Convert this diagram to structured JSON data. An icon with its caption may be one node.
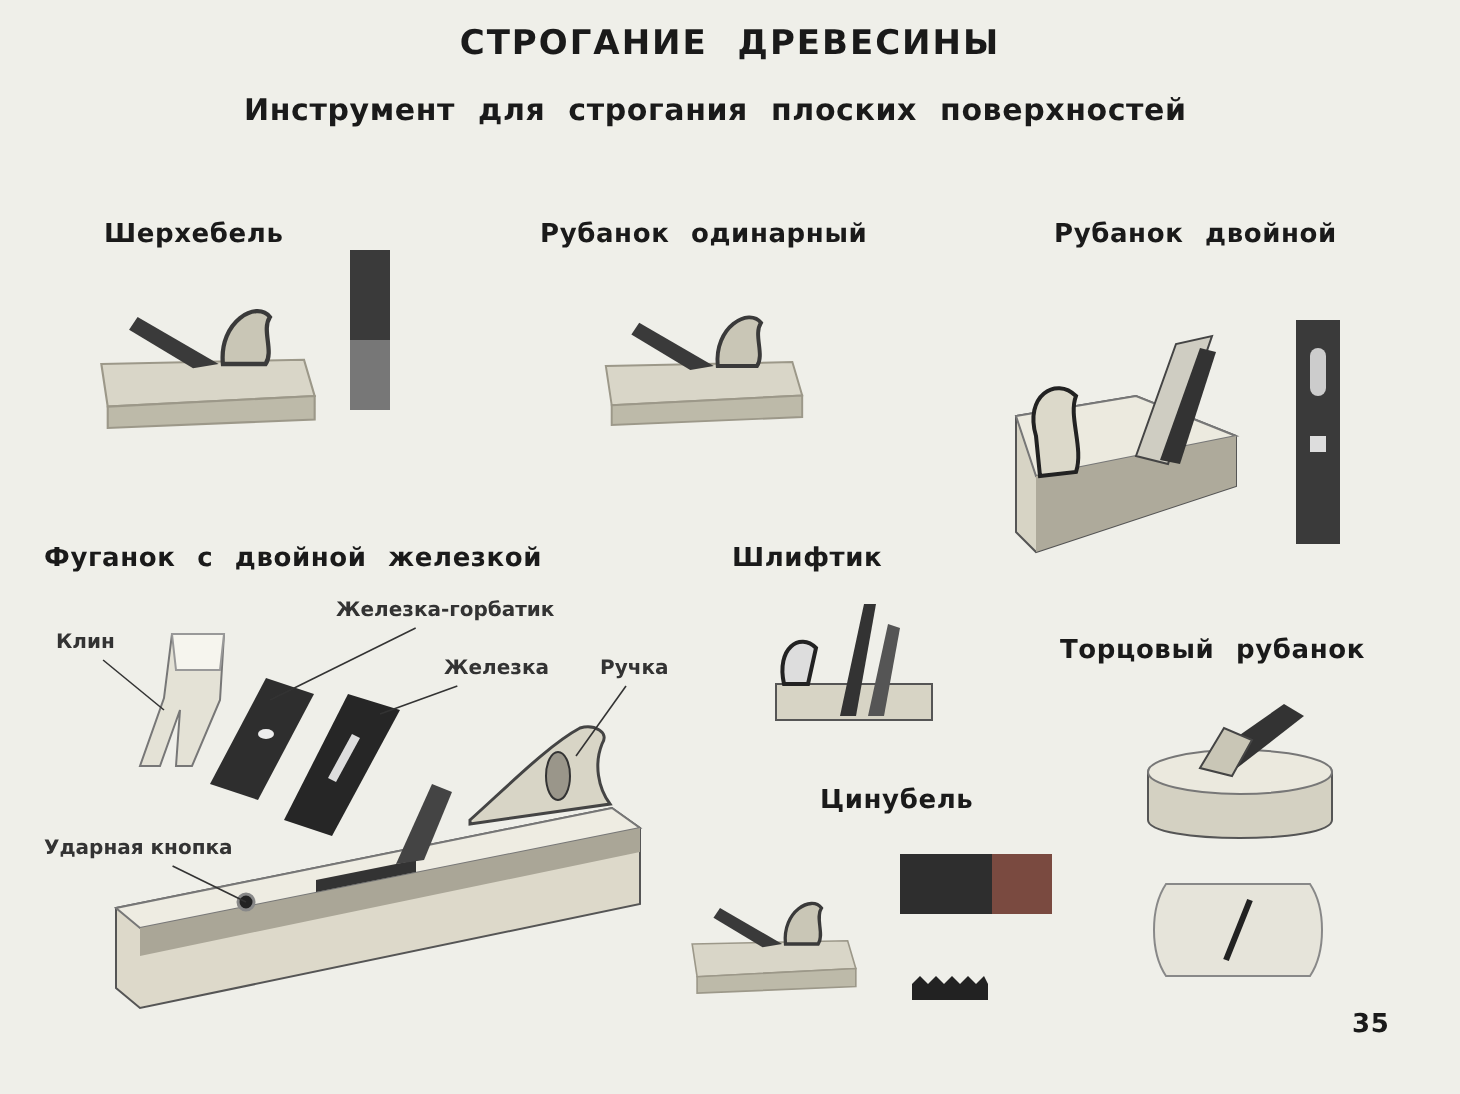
{
  "diagram": {
    "title": "СТРОГАНИЕ ДРЕВЕСИНЫ",
    "nodes": [
      {
        "text": [
          "Клин"
        ]
      },
      {
        "text": [
          "Железка-горбатик"
        ]
      },
      {
        "text": [
          "Железка"
        ]
      },
      {
        "text": [
          "Ручка"
        ]
      },
      {
        "text": [
          "Ударная кнопка"
        ]
      },
      {
        "text": [],
        "shape": "picture"
      },
      {
        "text": [],
        "shape": "picture"
      },
      {
        "text": [],
        "shape": "picture"
      },
      {
        "text": [],
        "shape": "picture"
      },
      {
        "text": [],
        "shape": "picture"
      },
      {
        "text": [],
        "shape": "circle",
        "in": 8
      }
    ],
    "edges": [
      {
        "from": 0,
        "to": 5,
        "arrow": "none"
      },
      {
        "from": 1,
        "to": 6,
        "arrow": "none"
      },
      {
        "from": 2,
        "to": 7,
        "arrow": "none"
      },
      {
        "from": 3,
        "to": 9,
        "arrow": "none"
      },
      {
        "from": 4,
        "to": 10,
        "arrow": "none"
      }
    ],
    "labels": [
      "Инструмент для строгания плоских поверхностей",
      "Шерхебель",
      "Рубанок одинарный",
      "Рубанок двойной",
      "Фуганок с двойной железкой",
      "Шлифтик",
      "Торцовый рубанок",
      "Цинубель",
      "35"
    ]
  }
}
